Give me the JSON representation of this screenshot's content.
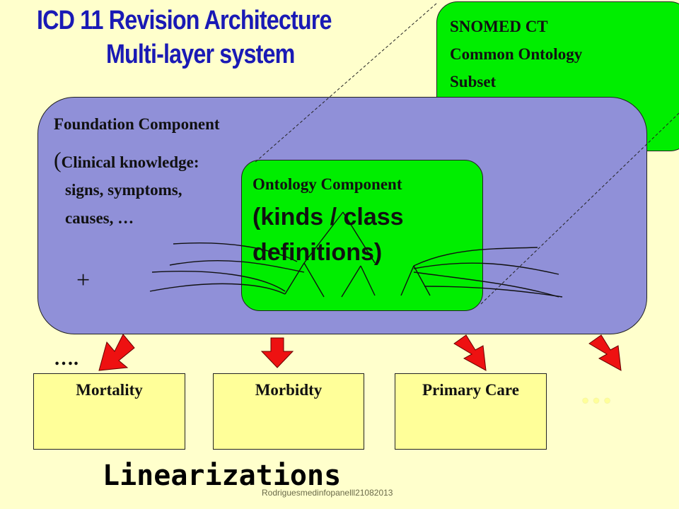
{
  "title": {
    "line1": "ICD 11 Revision Architecture",
    "line2": "Multi-layer system"
  },
  "snomed": {
    "line1": "SNOMED CT",
    "line2": "Common Ontology",
    "line3": "Subset"
  },
  "foundation": {
    "line1": "Foundation Component",
    "line2": "Clinical  knowledge:",
    "line3": "signs, symptoms,",
    "line4": "causes, …",
    "plus": "+",
    "ellipsis": "…."
  },
  "ontology": {
    "title": "Ontology Component",
    "body_line1": "(kinds / class",
    "body_line2": "definitions)"
  },
  "linearizations": {
    "label": "Linearizations",
    "boxes": [
      "Mortality",
      "Morbidty",
      "Primary Care"
    ],
    "more": "…"
  },
  "footer": "Rodriguesmedinfopanelll21082013",
  "colors": {
    "title": "#1a1ab5",
    "background": "#ffffcc",
    "foundation": "#9090d8",
    "ontology": "#00ee00",
    "linearization_box": "#ffff99",
    "arrow": "#ee1111"
  }
}
